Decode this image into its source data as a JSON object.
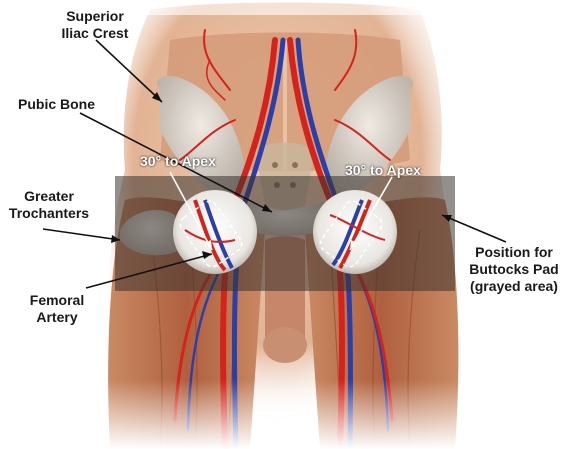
{
  "labels": {
    "superior_iliac_crest": [
      "Superior",
      "Iliac Crest"
    ],
    "pubic_bone": "Pubic Bone",
    "greater_trochanters": [
      "Greater",
      "Trochanters"
    ],
    "femoral_artery": [
      "Femoral",
      "Artery"
    ],
    "apex_left": "30° to Apex",
    "apex_right": "30° to Apex",
    "buttocks_pad": [
      "Position for",
      "Buttocks Pad",
      "(grayed area)"
    ]
  },
  "colors": {
    "skin": "#e4b89c",
    "muscle": "#b86a4a",
    "bone": "#d8d3cc",
    "artery": "#d4231a",
    "vein": "#2b3fa8",
    "pad_band": "#3a3330",
    "label_text": "#1a1a1a",
    "apex_text": "#ffffff"
  },
  "overlay": {
    "band_opacity_percent": 55
  }
}
